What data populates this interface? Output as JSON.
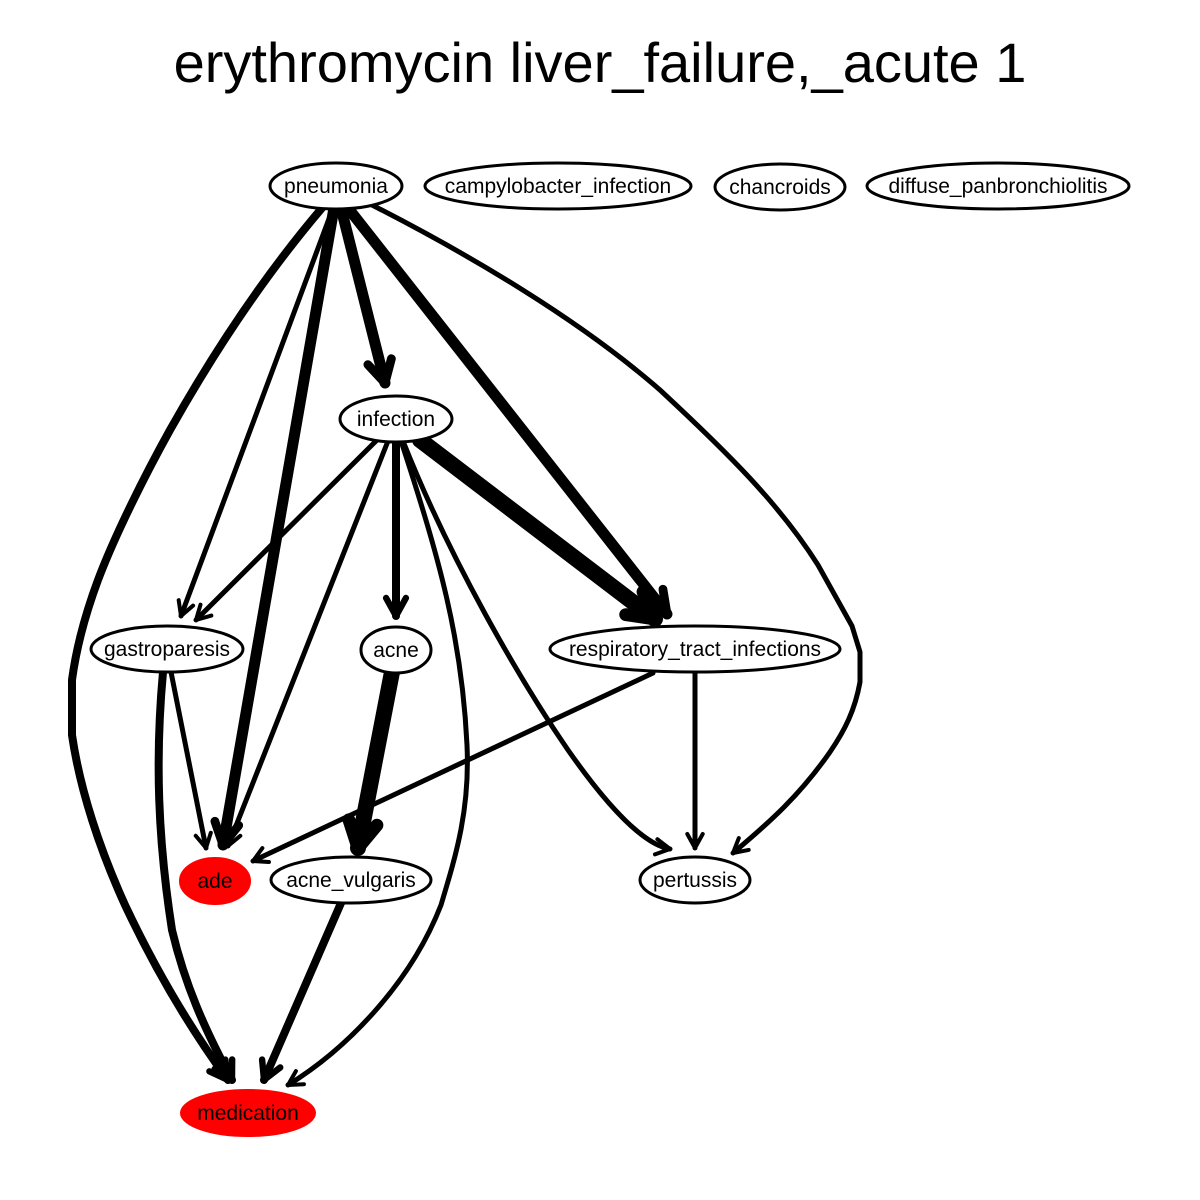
{
  "title": "erythromycin liver_failure,_acute 1",
  "colors": {
    "highlight": "#ff0000",
    "default_fill": "#ffffff",
    "stroke": "#000000"
  },
  "nodes": [
    {
      "id": "pneumonia",
      "label": "pneumonia",
      "highlight": false
    },
    {
      "id": "campylobacter_infection",
      "label": "campylobacter_infection",
      "highlight": false
    },
    {
      "id": "chancroids",
      "label": "chancroids",
      "highlight": false
    },
    {
      "id": "diffuse_panbronchiolitis",
      "label": "diffuse_panbronchiolitis",
      "highlight": false
    },
    {
      "id": "infection",
      "label": "infection",
      "highlight": false
    },
    {
      "id": "gastroparesis",
      "label": "gastroparesis",
      "highlight": false
    },
    {
      "id": "acne",
      "label": "acne",
      "highlight": false
    },
    {
      "id": "respiratory_tract_infections",
      "label": "respiratory_tract_infections",
      "highlight": false
    },
    {
      "id": "ade",
      "label": "ade",
      "highlight": true
    },
    {
      "id": "acne_vulgaris",
      "label": "acne_vulgaris",
      "highlight": false
    },
    {
      "id": "pertussis",
      "label": "pertussis",
      "highlight": false
    },
    {
      "id": "medication",
      "label": "medication",
      "highlight": true
    }
  ],
  "edges": [
    {
      "from": "pneumonia",
      "to": "infection",
      "weight": "heavy"
    },
    {
      "from": "pneumonia",
      "to": "gastroparesis",
      "weight": "light"
    },
    {
      "from": "pneumonia",
      "to": "ade",
      "weight": "heavy"
    },
    {
      "from": "pneumonia",
      "to": "respiratory_tract_infections",
      "weight": "heavy"
    },
    {
      "from": "pneumonia",
      "to": "pertussis",
      "weight": "light"
    },
    {
      "from": "pneumonia",
      "to": "medication",
      "weight": "medium"
    },
    {
      "from": "infection",
      "to": "gastroparesis",
      "weight": "light"
    },
    {
      "from": "infection",
      "to": "ade",
      "weight": "light"
    },
    {
      "from": "infection",
      "to": "acne",
      "weight": "medium"
    },
    {
      "from": "infection",
      "to": "respiratory_tract_infections",
      "weight": "heaviest"
    },
    {
      "from": "infection",
      "to": "pertussis",
      "weight": "light"
    },
    {
      "from": "infection",
      "to": "medication",
      "weight": "light"
    },
    {
      "from": "gastroparesis",
      "to": "ade",
      "weight": "light"
    },
    {
      "from": "gastroparesis",
      "to": "medication",
      "weight": "medium"
    },
    {
      "from": "acne",
      "to": "acne_vulgaris",
      "weight": "heaviest"
    },
    {
      "from": "respiratory_tract_infections",
      "to": "ade",
      "weight": "light"
    },
    {
      "from": "respiratory_tract_infections",
      "to": "pertussis",
      "weight": "light"
    },
    {
      "from": "acne_vulgaris",
      "to": "medication",
      "weight": "medium"
    }
  ]
}
